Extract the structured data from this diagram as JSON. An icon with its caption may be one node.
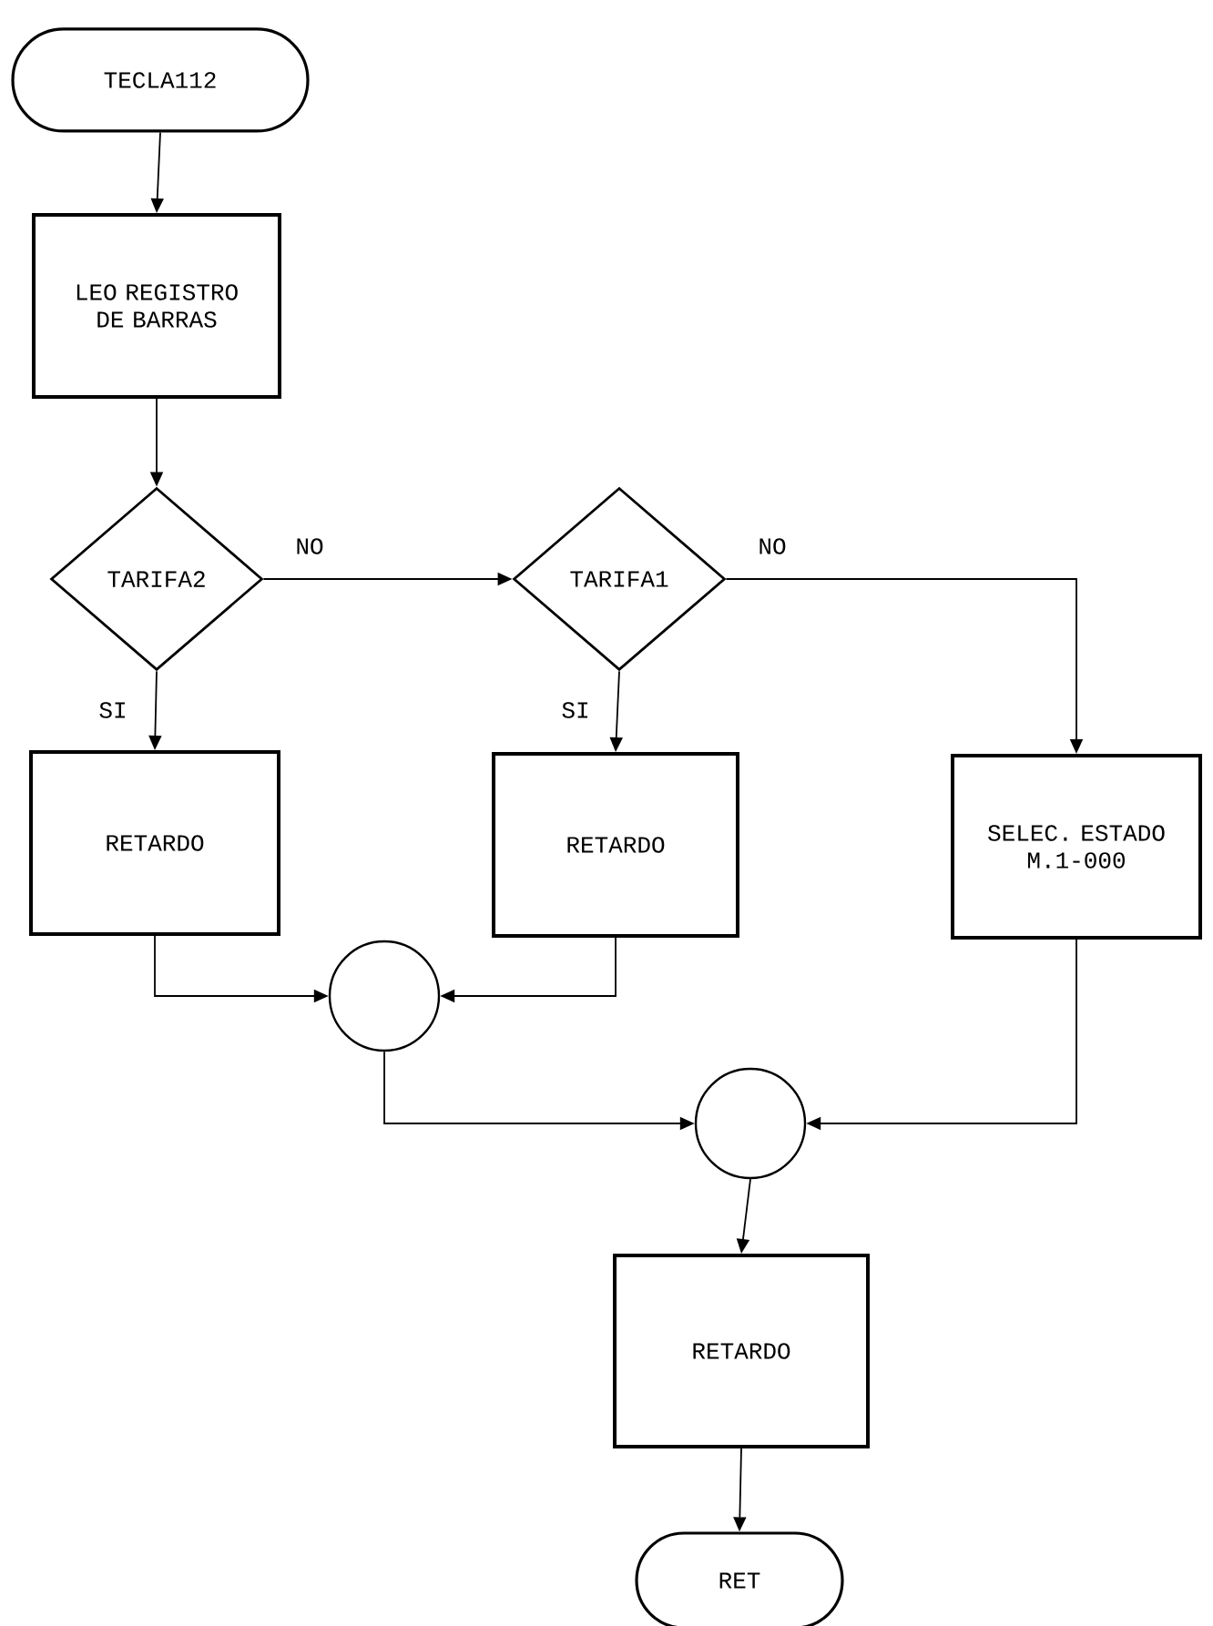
{
  "diagram": {
    "nodes": [
      {
        "text": [
          "TECLA112"
        ]
      },
      {
        "text": [
          "LEO REGISTRO DE BARRAS"
        ]
      },
      {
        "text": [
          "TARIFA2"
        ]
      },
      {
        "text": [
          "TARIFA1"
        ]
      },
      {
        "text": [
          "RETARDO"
        ]
      },
      {
        "text": [
          "RETARDO"
        ]
      },
      {
        "text": [
          "SELEC. ESTADO M.1-000"
        ]
      },
      {
        "text": [],
        "shape": "circle"
      },
      {
        "text": [],
        "shape": "circle"
      },
      {
        "text": [
          "RETARDO"
        ]
      },
      {
        "text": [
          "RET"
        ]
      }
    ],
    "edges": [
      {
        "from": 0,
        "to": 1,
        "arrow": "to"
      },
      {
        "from": 1,
        "to": 2,
        "arrow": "to"
      },
      {
        "from": 2,
        "to": 3,
        "arrow": "to",
        "label": "NO"
      },
      {
        "from": 2,
        "to": 4,
        "arrow": "to",
        "label": "SI"
      },
      {
        "from": 3,
        "to": 6,
        "arrow": "to",
        "label": "NO"
      },
      {
        "from": 3,
        "to": 5,
        "arrow": "to",
        "label": "SI"
      },
      {
        "from": 4,
        "to": 7,
        "arrow": "to"
      },
      {
        "from": 5,
        "to": 7,
        "arrow": "to"
      },
      {
        "from": 7,
        "to": 8,
        "arrow": "to"
      },
      {
        "from": 6,
        "to": 8,
        "arrow": "to"
      },
      {
        "from": 8,
        "to": 9,
        "arrow": "to"
      },
      {
        "from": 9,
        "to": 10,
        "arrow": "to"
      }
    ]
  }
}
